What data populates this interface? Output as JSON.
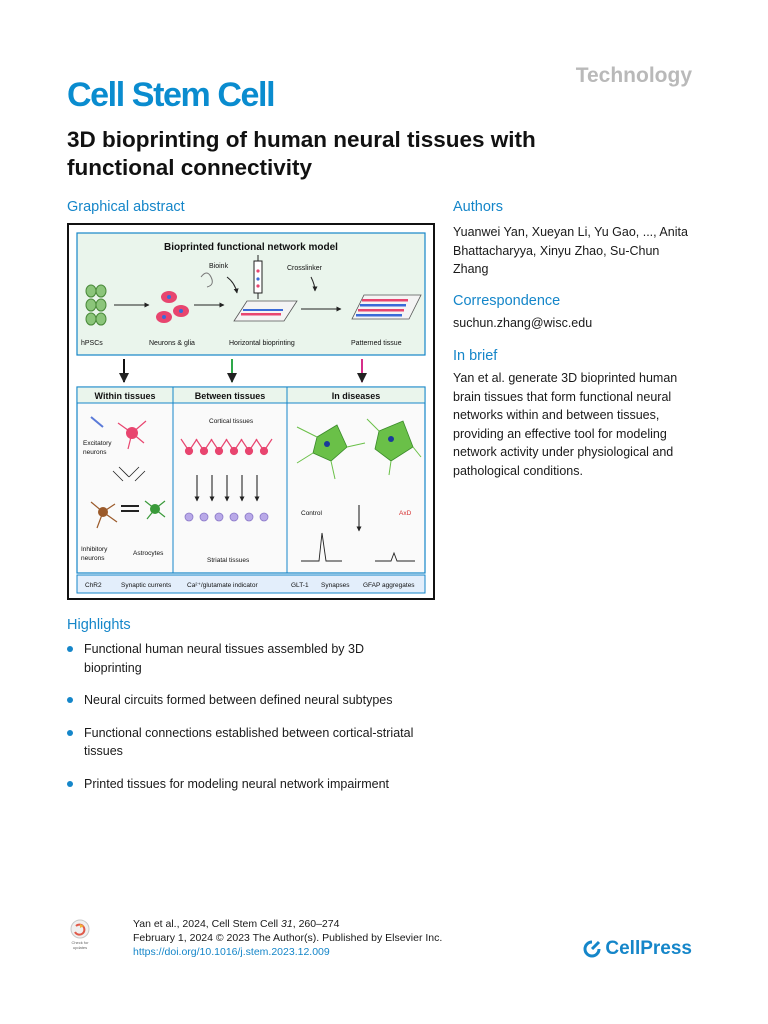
{
  "journal": "Cell Stem Cell",
  "section_type": "Technology",
  "title": "3D bioprinting of human neural tissues with functional connectivity",
  "graphical_abstract_heading": "Graphical abstract",
  "figure": {
    "top_title": "Bioprinted functional network model",
    "bioink": "Bioink",
    "crosslinker": "Crosslinker",
    "steps": [
      "hPSCs",
      "Neurons & glia",
      "Horizontal bioprinting",
      "Patterned tissue"
    ],
    "panel_titles": [
      "Within tissues",
      "Between tissues",
      "In diseases"
    ],
    "excitatory": [
      "Excitatory",
      "neurons"
    ],
    "inhibitory": [
      "Inhibitory",
      "neurons"
    ],
    "astrocytes": "Astrocytes",
    "cortical": "Cortical tissues",
    "striatal": "Striatal tissues",
    "control": "Control",
    "axd": "AxD",
    "legend": [
      "ChR2",
      "Synaptic currents",
      "Ca²⁺/glutamate indicator",
      "GLT-1",
      "Synapses",
      "GFAP aggregates"
    ]
  },
  "authors_heading": "Authors",
  "authors": "Yuanwei Yan, Xueyan Li, Yu Gao, ..., Anita Bhattacharyya, Xinyu Zhao, Su-Chun Zhang",
  "correspondence_heading": "Correspondence",
  "correspondence": "suchun.zhang@wisc.edu",
  "in_brief_heading": "In brief",
  "in_brief": "Yan et al. generate 3D bioprinted human brain tissues that form functional neural networks within and between tissues, providing an effective tool for modeling network activity under physiological and pathological conditions.",
  "highlights_heading": "Highlights",
  "highlights": [
    "Functional human neural tissues assembled by 3D bioprinting",
    "Neural circuits formed between defined neural subtypes",
    "Functional connections established between cortical-striatal tissues",
    "Printed tissues for modeling neural network impairment"
  ],
  "citation": {
    "line1_pre": "Yan et al., 2024, Cell Stem Cell ",
    "volume": "31",
    "line1_post": ", 260–274",
    "line2": "February 1, 2024 © 2023 The Author(s). Published by Elsevier Inc.",
    "doi": "https://doi.org/10.1016/j.stem.2023.12.009"
  },
  "check_updates": [
    "Check for",
    "updates"
  ],
  "publisher": "CellPress"
}
